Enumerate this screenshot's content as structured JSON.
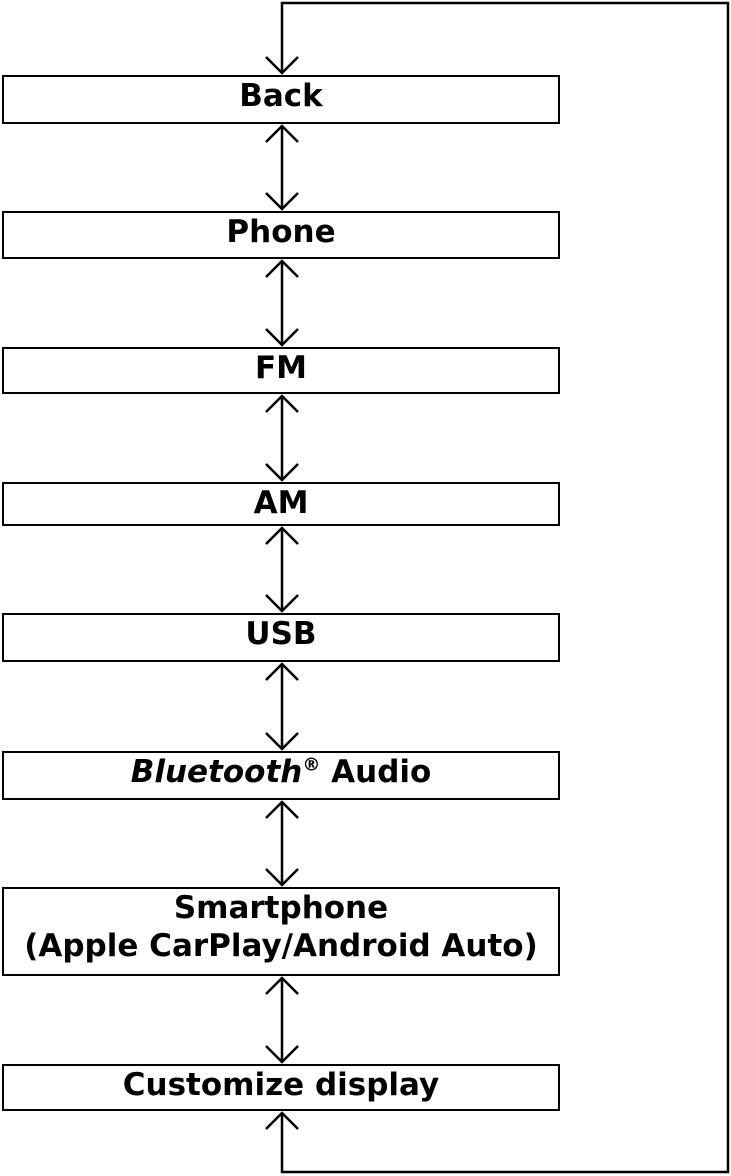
{
  "diagram": {
    "boxes": {
      "back": "Back",
      "phone": "Phone",
      "fm": "FM",
      "am": "AM",
      "usb": "USB",
      "bluetooth": {
        "brand": "Bluetooth",
        "registered": "®",
        "suffix": " Audio"
      },
      "smartphone": {
        "line1": "Smartphone",
        "line2": "(Apple CarPlay/Android Auto)"
      },
      "customize": "Customize display"
    },
    "connectors": {
      "between_boxes": "bidirectional",
      "loop": "from Customize display back to Back"
    },
    "colors": {
      "line": "#000000",
      "background": "#ffffff"
    }
  }
}
